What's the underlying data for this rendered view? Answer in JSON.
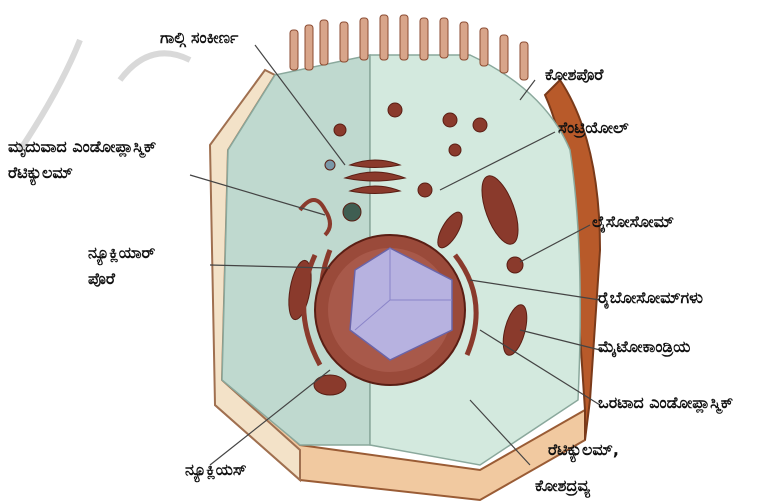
{
  "labels": {
    "golgi": "ಗಾಲ್ಗಿ ಸಂಕೀರ್ಣ",
    "cell_membrane": "ಕೋಶಪೊರೆ",
    "centriole": "ಸೆಂಟ್ರಿಯೋಲ್",
    "smooth_er_line1": "ಮೃದುವಾದ ಎಂಡೋಪ್ಲಾಸ್ಮಿಕ್",
    "smooth_er_line2": "ರೆಟಿಕ್ಯುಲಮ್",
    "lysosome": "ಲೈಸೋಸೋಮ್",
    "nuclear_membrane_line1": "ನ್ಯೂಕ್ಲಿಯಾರ್",
    "nuclear_membrane_line2": "ಪೊರೆ",
    "ribosomes": "ರೈಬೋಸೋಮ್‌ಗಳು",
    "mitochondria": "ಮೈಟೋಕಾಂಡ್ರಿಯ",
    "rough_er_line1": "ಒರಟಾದ ಎಂಡೋಪ್ಲಾಸ್ಮಿಕ್",
    "rough_er_line2": "ರೆಟಿಕ್ಯುಲಮ್,",
    "nucleus": "ನ್ಯೂಕ್ಲಿಯಸ್",
    "cytoplasm": "ಕೋಶದ್ರವ್ಯ"
  },
  "colors": {
    "membrane_outer": "#e8c9a8",
    "membrane_dark": "#b85a2a",
    "cytoplasm_left": "#bfd9cf",
    "cytoplasm_right": "#cfe6db",
    "organelle": "#8a3a2c",
    "nucleus_inner": "#b7b2e0",
    "leader_line": "#444444"
  }
}
